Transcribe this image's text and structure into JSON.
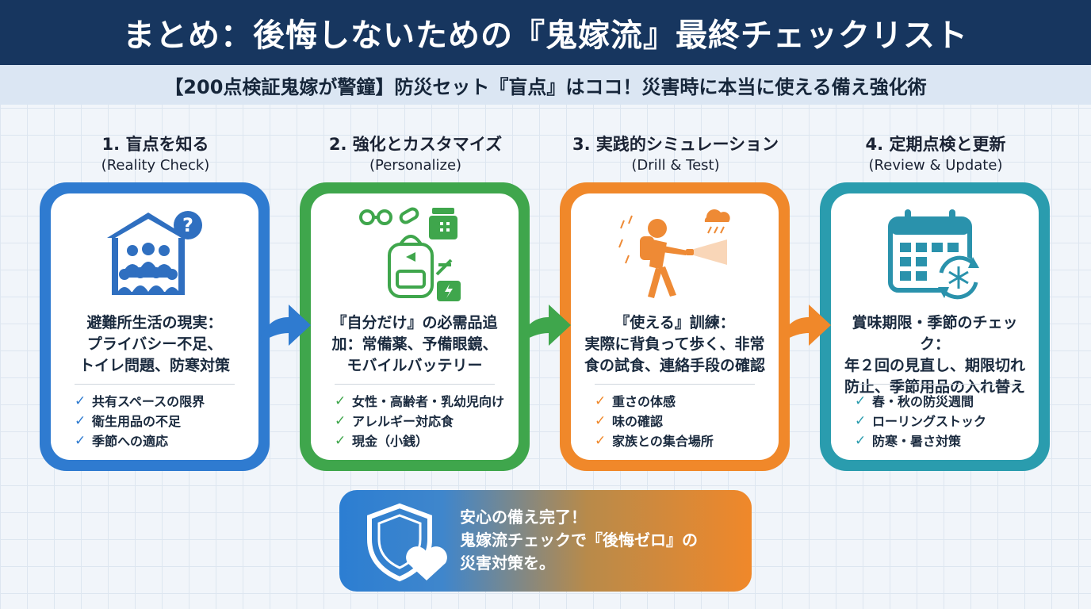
{
  "header": {
    "title": "まとめ：後悔しないための『鬼嫁流』最終チェックリスト",
    "subtitle": "【200点検証鬼嫁が警鐘】防災セット『盲点』はココ！災害時に本当に使える備え強化術"
  },
  "steps": [
    {
      "title": "1. 盲点を知る",
      "subtitle": "(Reality Check)",
      "icon": "shelter-crowd-question-icon",
      "color": "#2f7bd0",
      "desc": [
        "避難所生活の現実：",
        "プライバシー不足、",
        "トイレ問題、防寒対策"
      ],
      "items": [
        "共有スペースの限界",
        "衛生用品の不足",
        "季節への適応"
      ]
    },
    {
      "title": "2. 強化とカスタマイズ",
      "subtitle": "(Personalize)",
      "icon": "custom-backpack-icon",
      "color": "#3fa64c",
      "desc": [
        "『自分だけ』の必需品追",
        "加：常備薬、予備眼鏡、",
        "モバイルバッテリー"
      ],
      "items": [
        "女性・高齢者・乳幼児向け",
        "アレルギー対応食",
        "現金（小銭）"
      ]
    },
    {
      "title": "3. 実践的シミュレーション",
      "subtitle": "(Drill & Test)",
      "icon": "walking-evacuee-icon",
      "color": "#f0882a",
      "desc": [
        "『使える』訓練：",
        "実際に背負って歩く、非常",
        "食の試食、連絡手段の確認"
      ],
      "items": [
        "重さの体感",
        "味の確認",
        "家族との集合場所"
      ]
    },
    {
      "title": "4. 定期点検と更新",
      "subtitle": "(Review & Update)",
      "icon": "calendar-refresh-icon",
      "color": "#2a9cae",
      "desc": [
        "賞味期限・季節のチェック：",
        "年２回の見直し、期限切れ",
        "防止、季節用品の入れ替え"
      ],
      "items": [
        "春・秋の防災週間",
        "ローリングストック",
        "防寒・暑さ対策"
      ]
    }
  ],
  "banner": {
    "icon": "shield-heart-icon",
    "lines": [
      "安心の備え完了！",
      "鬼嫁流チェックで『後悔ゼロ』の",
      "災害対策を。"
    ]
  }
}
